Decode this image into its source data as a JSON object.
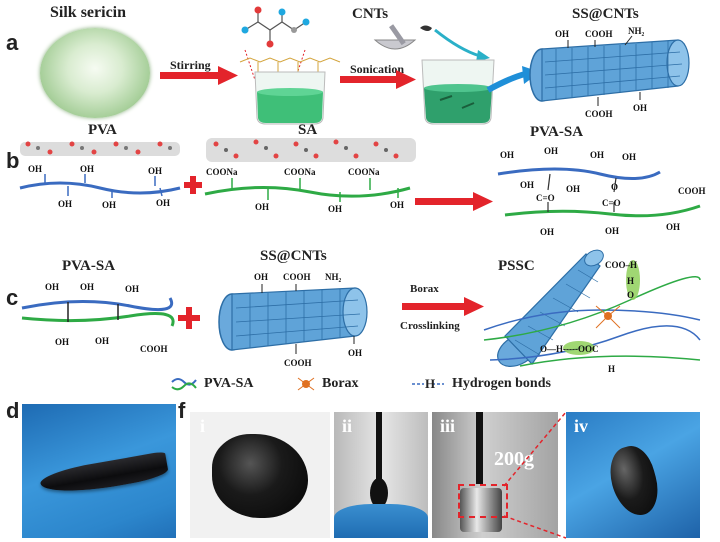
{
  "panels": [
    "a",
    "b",
    "c",
    "d",
    "f"
  ],
  "panel_a": {
    "silk_sericin": "Silk sericin",
    "stirring": "Stirring",
    "cnts": "CNTs",
    "sonication": "Sonication",
    "ss_cnts": "SS@CNTs"
  },
  "panel_b": {
    "pva": "PVA",
    "sa": "SA",
    "pva_sa": "PVA-SA",
    "oh": "OH",
    "coona": "COONa",
    "cooh": "COOH",
    "co": "C=O",
    "o": "O"
  },
  "panel_c": {
    "pva_sa": "PVA-SA",
    "ss_cnts": "SS@CNTs",
    "borax": "Borax",
    "crosslinking": "Crosslinking",
    "pssc": "PSSC",
    "nh2": "NH₂",
    "cooh": "COOH",
    "oh": "OH",
    "hbond": "O—H-----OOC",
    "h": "H",
    "coo_h": "COO–H"
  },
  "legend": {
    "pva_sa": "PVA-SA",
    "borax": "Borax",
    "hbond": "Hydrogen bonds",
    "h": "H"
  },
  "photos": {
    "i": "i",
    "ii": "ii",
    "iii": "iii",
    "iv": "iv",
    "weight": "200g"
  },
  "colors": {
    "arrow_red": "#e3242b",
    "cnt_blue": "#4a90c9",
    "pva_blue": "#3a6bc0",
    "sa_green": "#2eaa45",
    "glove_blue": "#3a8fd0"
  }
}
